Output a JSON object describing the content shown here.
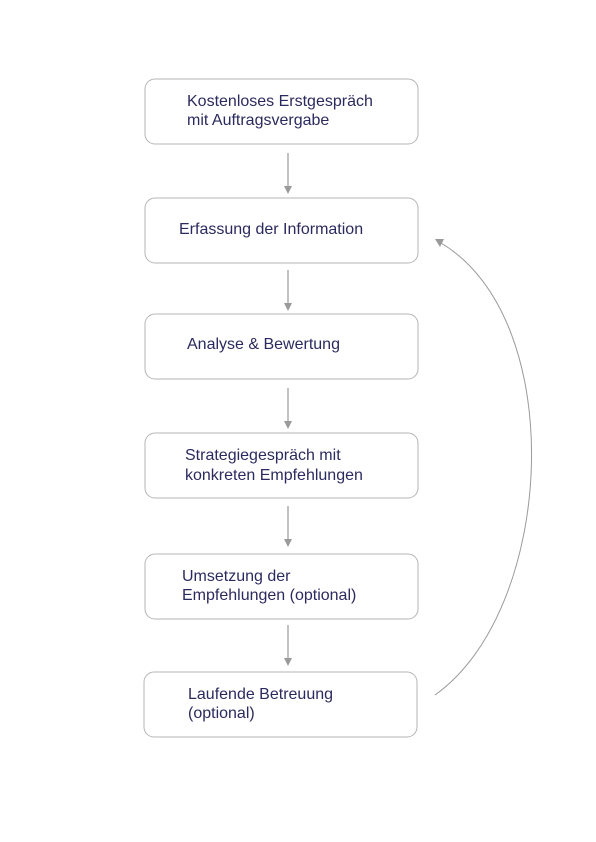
{
  "steps": [
    {
      "lines": [
        "Kostenloses Erstgespräch",
        "mit Auftragsvergabe"
      ]
    },
    {
      "lines": [
        "Erfassung der Information"
      ]
    },
    {
      "lines": [
        "Analyse & Bewertung"
      ]
    },
    {
      "lines": [
        "Strategiegespräch mit",
        "konkreten Empfehlungen"
      ]
    },
    {
      "lines": [
        "Umsetzung der",
        "Empfehlungen (optional)"
      ]
    },
    {
      "lines": [
        "Laufende Betreuung",
        "(optional)"
      ]
    }
  ],
  "colors": {
    "text": "#2b2a5e",
    "border": "#b5b5b5",
    "arrow": "#9a9a9a"
  }
}
